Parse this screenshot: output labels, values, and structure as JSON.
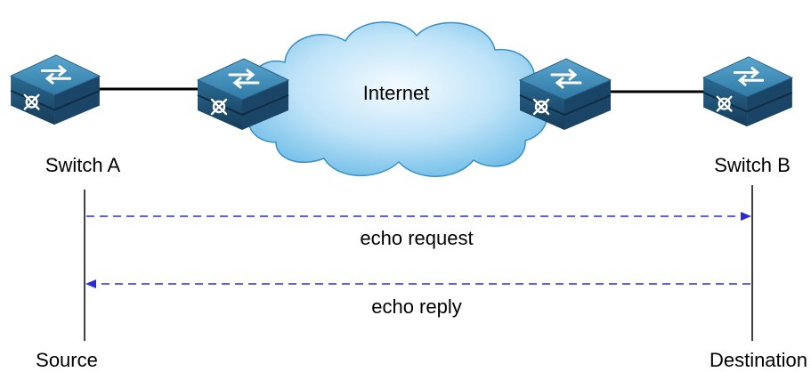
{
  "cloud_label": "Internet",
  "switch_a_label": "Switch A",
  "switch_b_label": "Switch B",
  "request_label": "echo request",
  "reply_label": "echo reply",
  "source_label": "Source",
  "destination_label": "Destination",
  "colors": {
    "arrow": "#2b2bd6",
    "cloud_fill_light": "#eef8ff",
    "cloud_fill_dark": "#7fc7ee",
    "cloud_stroke": "#3a8fc9",
    "switch_top": "#3a8ab5",
    "switch_side": "#1e4f72",
    "link": "#000000"
  }
}
